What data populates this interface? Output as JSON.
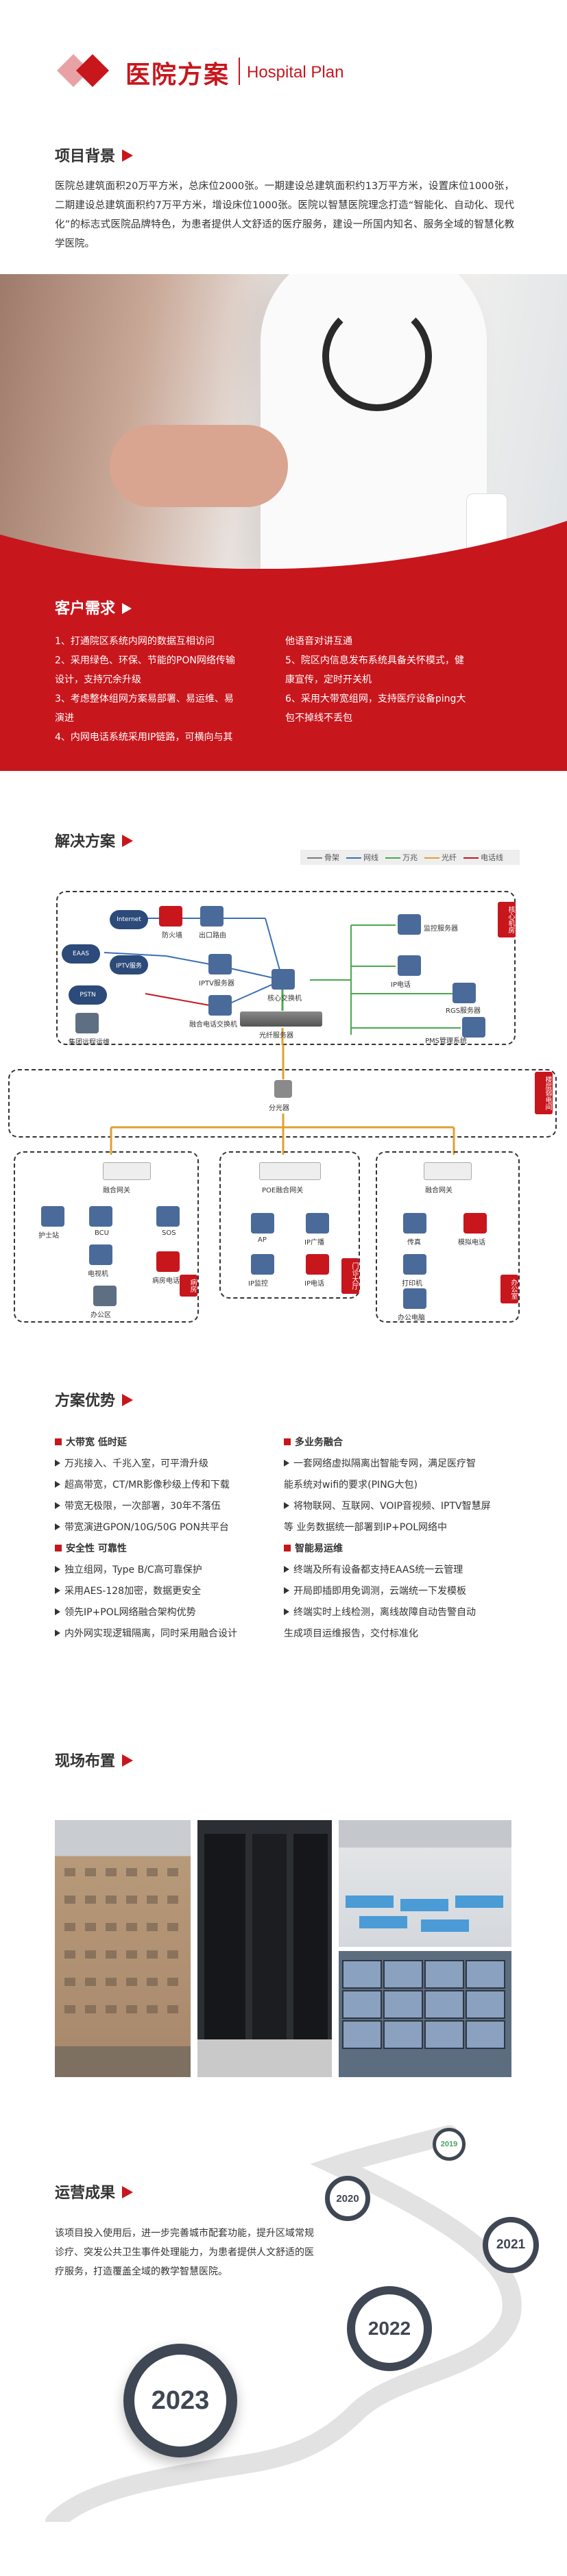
{
  "header": {
    "title_cn": "医院方案",
    "title_en": "Hospital Plan"
  },
  "background": {
    "title": "项目背景",
    "text": "医院总建筑面积20万平方米，总床位2000张。一期建设总建筑面积约13万平方米，设置床位1000张，二期建设总建筑面积约7万平方米，增设床位1000张。医院以智慧医院理念打造“智能化、自动化、现代化”的标志式医院品牌特色，为患者提供人文舒适的医疗服务，建设一所国内知名、服务全域的智慧化教学医院。"
  },
  "needs": {
    "title": "客户需求",
    "left": [
      "1、打通院区系统内网的数据互相访问",
      "2、采用绿色、环保、节能的PON网络传输",
      "设计，支持冗余升级",
      "3、考虑整体组网方案易部署、易运维、易",
      "演进",
      "4、内网电话系统采用IP链路，可横向与其"
    ],
    "right": [
      "他语音对讲互通",
      "5、院区内信息发布系统具备关怀模式，健",
      "康宣传，定时开关机",
      "6、采用大带宽组网，支持医疗设备ping大",
      "包不掉线不丢包"
    ]
  },
  "solution": {
    "title": "解决方案",
    "legend": [
      {
        "label": "骨架",
        "color": "#7a7a7a"
      },
      {
        "label": "网线",
        "color": "#3a6fb5"
      },
      {
        "label": "万兆",
        "color": "#49a84e"
      },
      {
        "label": "光纤",
        "color": "#e0a030"
      },
      {
        "label": "电话线",
        "color": "#c8161d"
      }
    ],
    "core": {
      "tag": "核心机房",
      "internet": "Internet",
      "eaas": "EAAS",
      "iptv": "IPTV服务",
      "pstn": "PSTN",
      "firewall": "防火墙",
      "router": "出口路由",
      "iptv_server": "IPTV服务器",
      "voice_gw": "融合电话交换机",
      "core_switch": "核心交换机",
      "olt": "光纤服务器",
      "monitor": "监控服务器",
      "ip_phone_srv": "IP电话",
      "rgs": "RGS服务器",
      "pms": "PMS管理系统",
      "remote": "集团远程运维"
    },
    "dist": {
      "tag": "楼层弱电间",
      "splitter": "分光器"
    },
    "zones": [
      {
        "tag": "病房",
        "gateway": "融合网关",
        "items": [
          "BCU",
          "SOS",
          "电视机",
          "病房电话",
          "护士站"
        ],
        "footer": "办公区"
      },
      {
        "tag": "门诊大厅",
        "gateway": "POE融合网关",
        "items": [
          "AP",
          "IP广播",
          "IP监控",
          "IP电话"
        ],
        "footer": ""
      },
      {
        "tag": "办公室",
        "gateway": "融合网关",
        "items": [
          "传真",
          "模拟电话",
          "打印机",
          "办公电脑"
        ],
        "footer": ""
      }
    ]
  },
  "advantages": {
    "title": "方案优势",
    "left": [
      {
        "type": "head",
        "text": "大带宽 低时延"
      },
      {
        "type": "item",
        "text": "万兆接入、千兆入室，可平滑升级"
      },
      {
        "type": "item",
        "text": "超高带宽，CT/MR影像秒级上传和下载"
      },
      {
        "type": "item",
        "text": "带宽无极限，一次部署，30年不落伍"
      },
      {
        "type": "item",
        "text": "带宽演进GPON/10G/50G PON共平台"
      },
      {
        "type": "head",
        "text": "安全性 可靠性"
      },
      {
        "type": "item",
        "text": "独立组网，Type B/C高可靠保护"
      },
      {
        "type": "item",
        "text": "采用AES-128加密，数据更安全"
      },
      {
        "type": "item",
        "text": "领先IP+POL网络融合架构优势"
      },
      {
        "type": "item",
        "text": "内外网实现逻辑隔离，同时采用融合设计"
      }
    ],
    "right": [
      {
        "type": "head",
        "text": "多业务融合"
      },
      {
        "type": "item",
        "text": "一套网络虚拟隔离出智能专网，满足医疗智"
      },
      {
        "type": "cont",
        "text": "能系统对wifi的要求(PING大包)"
      },
      {
        "type": "item",
        "text": "将物联网、互联网、VOIP音视频、IPTV智慧屏"
      },
      {
        "type": "cont",
        "text": "等 业务数据统一部署到IP+POL网络中"
      },
      {
        "type": "head",
        "text": "智能易运维"
      },
      {
        "type": "item",
        "text": "终端及所有设备都支持EAAS统一云管理"
      },
      {
        "type": "item",
        "text": "开局即插即用免调测，云端统一下发模板"
      },
      {
        "type": "item",
        "text": "终端实时上线检测，离线故障自动告警自动"
      },
      {
        "type": "cont",
        "text": "生成项目运维报告，交付标准化"
      }
    ]
  },
  "site": {
    "title": "现场布置"
  },
  "results": {
    "title": "运营成果",
    "text": "该项目投入使用后，进一步完善城市配套功能，提升区域常规诊疗、突发公共卫生事件处理能力，为患者提供人文舒适的医疗服务，打造覆盖全域的教学智慧医院。",
    "years": [
      "2019",
      "2020",
      "2021",
      "2022",
      "2023"
    ]
  },
  "colors": {
    "accent": "#c8161d",
    "timeline": "#3f4654"
  }
}
